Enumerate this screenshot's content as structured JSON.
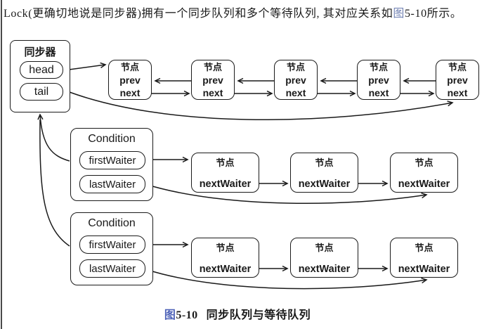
{
  "intro": {
    "before": "Lock(更确切地说是同步器)拥有一个同步队列和多个等待队列, 其对应关系如",
    "ref": "图",
    "after": "5-10所示。"
  },
  "caption": {
    "ref": "图",
    "number": "5-10",
    "title": "同步队列与等待队列"
  },
  "colors": {
    "intro_ref_blue": "#7585b5",
    "caption_ref_blue": "#4f63b8",
    "line_black": "#1a1a1a",
    "left_border_gray": "#4a4a4a"
  },
  "synchronizer": {
    "title": "同步器",
    "head_label": "head",
    "tail_label": "tail"
  },
  "sync_queue": {
    "nodes": [
      {
        "title": "节点",
        "prev": "prev",
        "next": "next"
      },
      {
        "title": "节点",
        "prev": "prev",
        "next": "next"
      },
      {
        "title": "节点",
        "prev": "prev",
        "next": "next"
      },
      {
        "title": "节点",
        "prev": "prev",
        "next": "next"
      },
      {
        "title": "节点",
        "prev": "prev",
        "next": "next"
      }
    ]
  },
  "conditions": [
    {
      "title": "Condition",
      "first_label": "firstWaiter",
      "last_label": "lastWaiter",
      "nodes": [
        {
          "title": "节点",
          "field": "nextWaiter"
        },
        {
          "title": "节点",
          "field": "nextWaiter"
        },
        {
          "title": "节点",
          "field": "nextWaiter"
        }
      ]
    },
    {
      "title": "Condition",
      "first_label": "firstWaiter",
      "last_label": "lastWaiter",
      "nodes": [
        {
          "title": "节点",
          "field": "nextWaiter"
        },
        {
          "title": "节点",
          "field": "nextWaiter"
        },
        {
          "title": "节点",
          "field": "nextWaiter"
        }
      ]
    }
  ]
}
